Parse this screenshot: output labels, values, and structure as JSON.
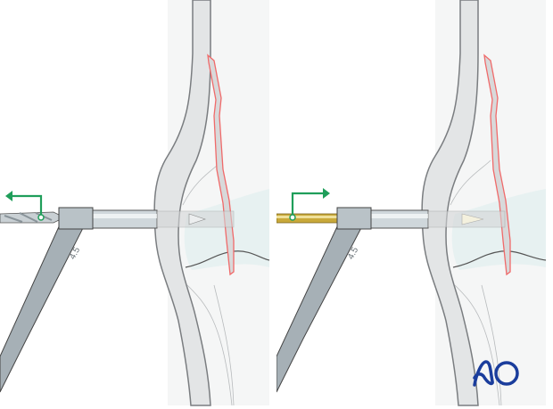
{
  "figure": {
    "description": "Two-panel surgical illustration: drilling through a drill sleeve across a fractured bone, then inserting a pin/screw through the same sleeve",
    "panels": [
      {
        "id": "left",
        "step": "drill",
        "instrument": "twist-drill-bit",
        "direction_arrow": "left",
        "sleeve_label": "4.5"
      },
      {
        "id": "right",
        "step": "insert",
        "instrument": "gold-pin",
        "direction_arrow": "right",
        "sleeve_label": "4.5"
      }
    ]
  },
  "colors": {
    "arrow_green": "#1f9e5a",
    "fracture_red": "#f06a6a",
    "bone_cortex": "#e3e5e6",
    "bone_outline": "#7a7d80",
    "background_tissue": "#f5f6f6",
    "joint_tint": "#e6f1f1",
    "metal_gray": "#a6b0b6",
    "pin_gold": "#c9a93a",
    "logo_blue": "#1a3d9c"
  },
  "logo": {
    "text": "AO"
  }
}
